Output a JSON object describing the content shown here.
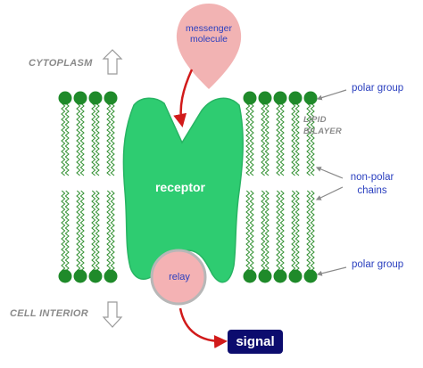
{
  "labels": {
    "cytoplasm": "CYTOPLASM",
    "cell_interior": "CELL INTERIOR",
    "lipid_bilayer_line1": "LIPID",
    "lipid_bilayer_line2": "BILAYER",
    "polar_group_top": "polar group",
    "polar_group_bottom": "polar group",
    "non_polar_line1": "non-polar",
    "non_polar_line2": "chains",
    "messenger_line1": "messenger",
    "messenger_line2": "molecule",
    "receptor": "receptor",
    "relay": "relay",
    "signal": "signal"
  },
  "colors": {
    "receptor_green": "#2ecc71",
    "receptor_outline": "#27b463",
    "polar_head": "#1f8a2a",
    "chain": "#2f8f2f",
    "messenger_pink": "#f2b3b3",
    "relay_pink": "#f4b2b4",
    "relay_ring": "#b7b7b7",
    "red_arrow": "#d11a1a",
    "gray_arrow": "#8a8a8a",
    "label_blue": "#2a3fbf",
    "signal_box": "#0c0c6e"
  }
}
